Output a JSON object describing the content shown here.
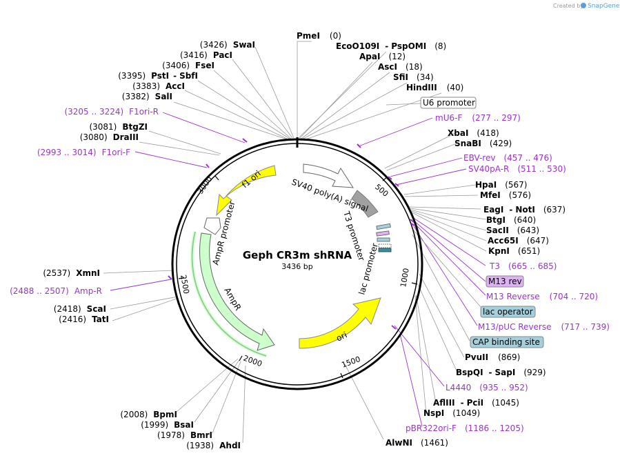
{
  "credit": {
    "prefix": "Created by",
    "brand": "SnapGene"
  },
  "plasmid": {
    "name": "Geph CR3m shRNA",
    "length": "3436 bp"
  },
  "ticks": [
    "500",
    "1000",
    "1500",
    "2000",
    "2500",
    "3000"
  ],
  "features": {
    "u6": "U6 promoter",
    "sv40": "SV40 poly(A) signal",
    "t3": "T3 promoter",
    "lac": "lac promoter",
    "ori": "ori",
    "f1ori": "f1 ori",
    "amprp": "AmpR promoter",
    "ampr": "AmpR"
  },
  "left_labels": [
    {
      "pos": "(3426)",
      "name": "SwaI"
    },
    {
      "pos": "(3416)",
      "name": "PacI"
    },
    {
      "pos": "(3406)",
      "name": "FseI"
    },
    {
      "pos": "(3395)",
      "name": "PstI",
      "name2": "SbfI"
    },
    {
      "pos": "(3383)",
      "name": "AccI"
    },
    {
      "pos": "(3382)",
      "name": "SalI"
    },
    {
      "pos": "(3081)",
      "name": "BtgZI"
    },
    {
      "pos": "(3080)",
      "name": "DraIII"
    },
    {
      "pos": "(2537)",
      "name": "XmnI"
    },
    {
      "pos": "(2418)",
      "name": "ScaI"
    },
    {
      "pos": "(2416)",
      "name": "TatI"
    },
    {
      "pos": "(2008)",
      "name": "BpmI"
    },
    {
      "pos": "(1999)",
      "name": "BsaI"
    },
    {
      "pos": "(1978)",
      "name": "BmrI"
    },
    {
      "pos": "(1938)",
      "name": "AhdI"
    }
  ],
  "left_primers": [
    {
      "range": "(3205 .. 3224)",
      "name": "F1ori-R"
    },
    {
      "range": "(2993 .. 3014)",
      "name": "F1ori-F"
    },
    {
      "range": "(2488 .. 2507)",
      "name": "Amp-R"
    }
  ],
  "top_labels": [
    {
      "name": "PmeI",
      "pos": "(0)"
    },
    {
      "name": "EcoO109I",
      "name2": "PspOMI",
      "pos": "(8)"
    },
    {
      "name": "ApaI",
      "pos": "(12)"
    },
    {
      "name": "AscI",
      "pos": "(18)"
    },
    {
      "name": "SfiI",
      "pos": "(34)"
    },
    {
      "name": "HindIII",
      "pos": "(40)"
    }
  ],
  "right_labels": [
    {
      "name": "XbaI",
      "pos": "(418)"
    },
    {
      "name": "SnaBI",
      "pos": "(429)"
    },
    {
      "name": "HpaI",
      "pos": "(567)"
    },
    {
      "name": "MfeI",
      "pos": "(576)"
    },
    {
      "name": "EagI",
      "name2": "NotI",
      "pos": "(637)"
    },
    {
      "name": "BtgI",
      "pos": "(640)"
    },
    {
      "name": "SacII",
      "pos": "(643)"
    },
    {
      "name": "Acc65I",
      "pos": "(647)"
    },
    {
      "name": "KpnI",
      "pos": "(651)"
    },
    {
      "name": "PvuII",
      "pos": "(869)"
    },
    {
      "name": "BspQI",
      "name2": "SapI",
      "pos": "(929)"
    },
    {
      "name": "AflIII",
      "name2": "PciI",
      "pos": "(1045)"
    },
    {
      "name": "NspI",
      "pos": "(1049)"
    },
    {
      "name": "AlwNI",
      "pos": "(1461)"
    }
  ],
  "right_primers": [
    {
      "name": "mU6-F",
      "range": "(277 .. 297)"
    },
    {
      "name": "EBV-rev",
      "range": "(457 .. 476)"
    },
    {
      "name": "SV40pA-R",
      "range": "(511 .. 530)"
    },
    {
      "name": "T3",
      "range": "(665 .. 685)"
    },
    {
      "name": "M13 Reverse",
      "range": "(704 .. 720)"
    },
    {
      "name": "M13/pUC Reverse",
      "range": "(717 .. 739)"
    },
    {
      "name": "L4440",
      "range": "(935 .. 952)"
    },
    {
      "name": "pBR322ori-F",
      "range": "(1186 .. 1205)"
    }
  ],
  "boxed_labels": {
    "u6": "U6 promoter",
    "m13rev": "M13 rev",
    "lacop": "lac operator",
    "cap": "CAP binding site"
  },
  "colors": {
    "primer": "#9b30d9",
    "yellow": "#ffff00",
    "green": "#ccffcc",
    "boxed_blue": "#a6cfdc",
    "boxed_violet": "#dcb3f0",
    "gray": "#a0a0a0"
  }
}
